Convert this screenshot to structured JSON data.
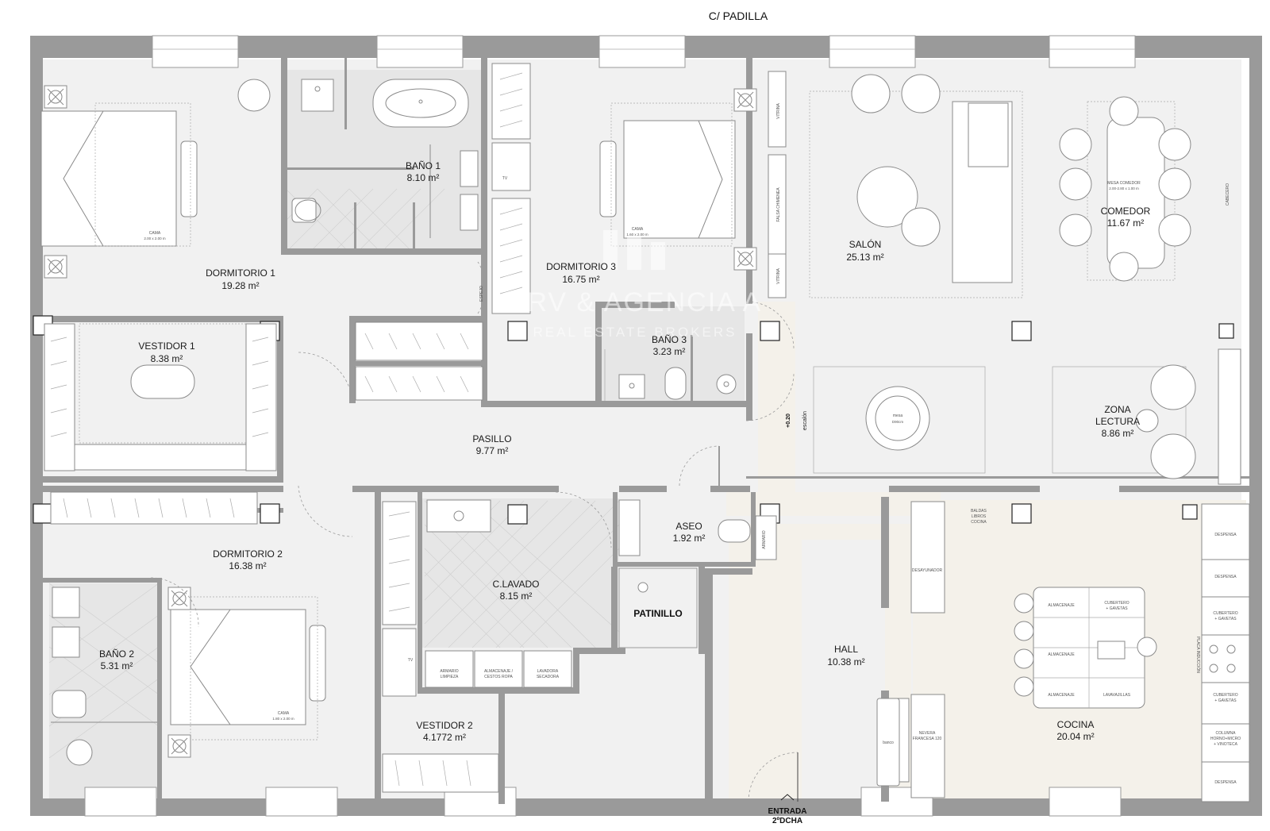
{
  "plan": {
    "street": "C/ PADILLA",
    "entrance_line1": "ENTRADA",
    "entrance_line2": "2ºDCHA",
    "watermark_line1": "SRV & AGENCIA A",
    "watermark_line2": "REAL ESTATE BROKERS",
    "rooms": {
      "dormitorio1": {
        "name": "DORMITORIO 1",
        "area": "19.28 m²"
      },
      "bano1": {
        "name": "BAÑO 1",
        "area": "8.10 m²"
      },
      "dormitorio3": {
        "name": "DORMITORIO 3",
        "area": "16.75 m²"
      },
      "salon": {
        "name": "SALÓN",
        "area": "25.13 m²"
      },
      "comedor": {
        "name": "COMEDOR",
        "area": "11.67 m²"
      },
      "vestidor1": {
        "name": "VESTIDOR 1",
        "area": "8.38 m²"
      },
      "bano3": {
        "name": "BAÑO 3",
        "area": "3.23 m²"
      },
      "pasillo": {
        "name": "PASILLO",
        "area": "9.77 m²"
      },
      "zona_lectura_1": "ZONA",
      "zona_lectura_2": "LECTURA",
      "zona_lectura_area": "8.86 m²",
      "dormitorio2": {
        "name": "DORMITORIO 2",
        "area": "16.38 m²"
      },
      "aseo": {
        "name": "ASEO",
        "area": "1.92 m²"
      },
      "clavado": {
        "name": "C.LAVADO",
        "area": "8.15 m²"
      },
      "patinillo": {
        "name": "PATINILLO"
      },
      "bano2": {
        "name": "BAÑO 2",
        "area": "5.31 m²"
      },
      "hall": {
        "name": "HALL",
        "area": "10.38 m²"
      },
      "cocina": {
        "name": "COCINA",
        "area": "20.04 m²"
      },
      "vestidor2": {
        "name": "VESTIDOR 2",
        "area": "4.1772 m²"
      }
    },
    "furniture": {
      "cama1": "CAMA",
      "cama1_size": "2.00 x 2.00 m",
      "cama3": "CAMA",
      "cama3_size": "1.60 x 2.00 m",
      "cama2": "CAMA",
      "cama2_size": "1.80 x 2.00 m",
      "mesa_comedor": "MESA COMEDOR",
      "mesa_comedor_size": "2.00-2.80 x 1.00 m",
      "mesa": "mesa",
      "mesa_size": "D90cm",
      "escalon_1": "+0.20",
      "escalon_2": "escalón",
      "armario_limpieza_1": "ARMARIO",
      "armario_limpieza_2": "LIMPIEZA",
      "almacenaje_1": "ALMACENAJE /",
      "almacenaje_2": "CESTOS ROPA",
      "lavadora_1": "LAVADORA",
      "lavadora_2": "SECADORA",
      "desayunador": "DESAYUNADOR",
      "baldas_1": "BALDAS",
      "baldas_2": "LIBROS",
      "baldas_3": "COCINA",
      "nevera_1": "NEVERA",
      "nevera_2": "FRANCESA 120",
      "banco": "banco",
      "despensa_top": "DESPENSA",
      "despensa_2": "DESPENSA",
      "cubertero_1": "CUBERTERO",
      "cubertero_2": "+ GAVETAS",
      "cubertero_3": "CUBERTERO",
      "cubertero_4": "+ GAVETAS",
      "columna_1": "COLUMNA",
      "columna_2": "HORNO+MICRO",
      "columna_3": "+ VINOTECA",
      "despensa_bottom": "DESPENSA",
      "placa": "PLACA INDUCCIÓN",
      "isla_alm_1": "ALMACENAJE",
      "isla_cub_1": "CUBERTERO",
      "isla_cub_2": "+ GAVETAS",
      "isla_alm_2": "ALMACENAJE",
      "isla_alm_3": "ALMACENAJE",
      "isla_lava": "LAVAVAJILLAS",
      "tv_1": "TV",
      "tv_2": "TV",
      "espejo": "ESPEJO",
      "vitrina": "VITRINA",
      "falsa_chimenea": "FALSA CHIMENEA",
      "cabecero": "CABECERO",
      "armario": "ARMARIO"
    }
  }
}
